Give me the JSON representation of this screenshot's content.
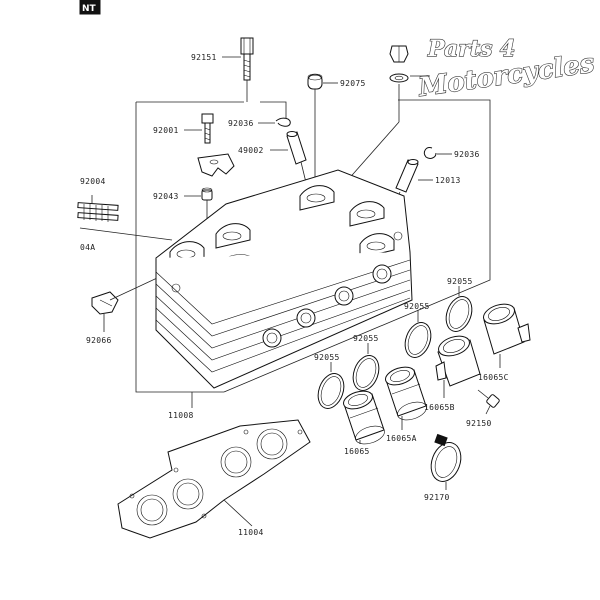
{
  "watermark": {
    "line1": "Parts 4",
    "line2": "Motorcycles"
  },
  "corner_mark": "NT",
  "labels": {
    "p92151": "92151",
    "p92075": "92075",
    "p92001": "92001",
    "p92036a": "92036",
    "p49002": "49002",
    "p92036b": "92036",
    "p12013": "12013",
    "p92004": "92004",
    "p92043": "92043",
    "p04a": "04A",
    "p92066": "92066",
    "p92055a": "92055",
    "p92055b": "92055",
    "p92055c": "92055",
    "p92055d": "92055",
    "p16065c": "16065C",
    "p16065b": "16065B",
    "p16065a": "16065A",
    "p16065": "16065",
    "p92150": "92150",
    "p11008": "11008",
    "p92170": "92170",
    "p11004": "11004"
  }
}
